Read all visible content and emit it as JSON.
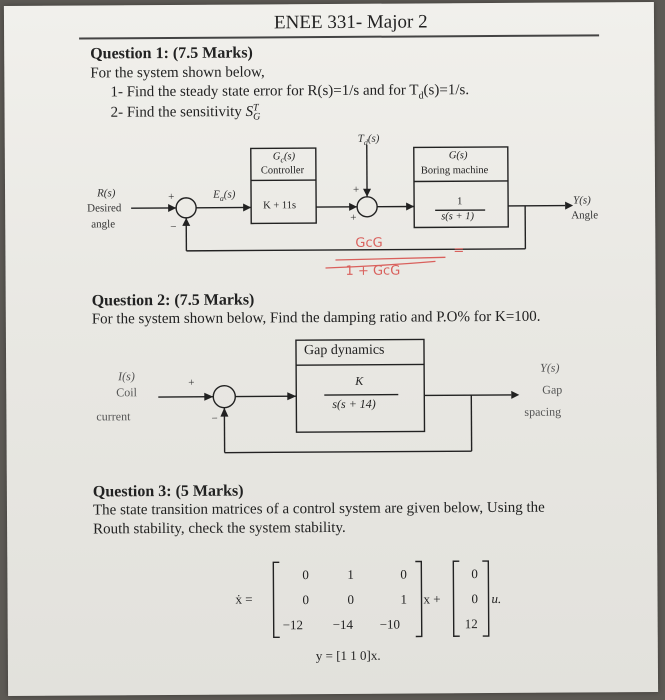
{
  "document": {
    "title": "ENEE 331- Major 2",
    "q1": {
      "heading": "Question 1: (7.5 Marks)",
      "intro": "For the system shown below,",
      "item1": "1- Find the steady state error for R(s)=1/s and for T",
      "item1_sub": "d",
      "item1_end": "(s)=1/s.",
      "item2": "2- Find the sensitivity ",
      "item2_sym": "S",
      "item2_sup": "T",
      "item2_sub": "G",
      "diagram": {
        "disturbance": "T",
        "disturbance_sub": "d",
        "disturbance_arg": "(s)",
        "controller_name": "G",
        "controller_sub": "c",
        "controller_arg": "(s)",
        "controller_label": "Controller",
        "controller_tf": "K + 11s",
        "plant_name": "G(s)",
        "plant_label": "Boring machine",
        "plant_num": "1",
        "plant_den": "s(s + 1)",
        "input": "R(s)",
        "input_l1": "Desired",
        "input_l2": "angle",
        "error": "E",
        "error_sub": "a",
        "error_arg": "(s)",
        "output": "Y(s)",
        "output_label": "Angle",
        "plus1": "+",
        "minus1": "−",
        "plus2": "+",
        "plus3": "+",
        "handwritten_num": "GcG",
        "handwritten_den": "1 + GcG",
        "handwritten_eq": "="
      }
    },
    "q2": {
      "heading": "Question 2: (7.5 Marks)",
      "text": "For the system shown below, Find the damping ratio and P.O% for K=100.",
      "diagram": {
        "block_title": "Gap dynamics",
        "num": "K",
        "den": "s(s + 14)",
        "input": "I(s)",
        "input_l1": "Coil",
        "input_l2": "current",
        "output": "Y(s)",
        "output_l1": "Gap",
        "output_l2": "spacing",
        "plus": "+",
        "minus": "−"
      }
    },
    "q3": {
      "heading": "Question 3: (5 Marks)",
      "line1": "The state transition matrices of a control system are given below, Using the",
      "line2": "Routh stability, check the system stability.",
      "xdot": "ẋ =",
      "A": [
        [
          "0",
          "1",
          "0"
        ],
        [
          "0",
          "0",
          "1"
        ],
        [
          "−12",
          "−14",
          "−10"
        ]
      ],
      "xplus": "x +",
      "B": [
        "0",
        "0",
        "12"
      ],
      "u": "u.",
      "output_eq": "y = [1  1  0]x."
    }
  }
}
